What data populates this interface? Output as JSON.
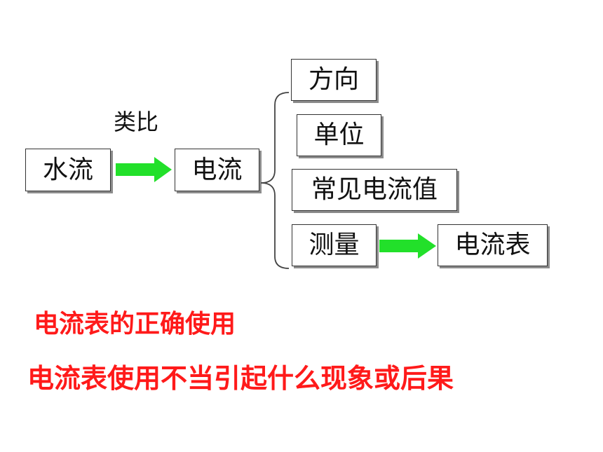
{
  "diagram": {
    "water_flow": "水流",
    "analogy": "类比",
    "current": "电流",
    "direction": "方向",
    "unit": "单位",
    "common_current_values": "常见电流值",
    "measurement": "测量",
    "ammeter": "电流表"
  },
  "notes": {
    "correct_use": "电流表的正确使用",
    "improper_use": "电流表使用不当引起什么现象或后果"
  },
  "colors": {
    "arrow": "#22e02a",
    "highlight_text": "#ff1a1a"
  }
}
